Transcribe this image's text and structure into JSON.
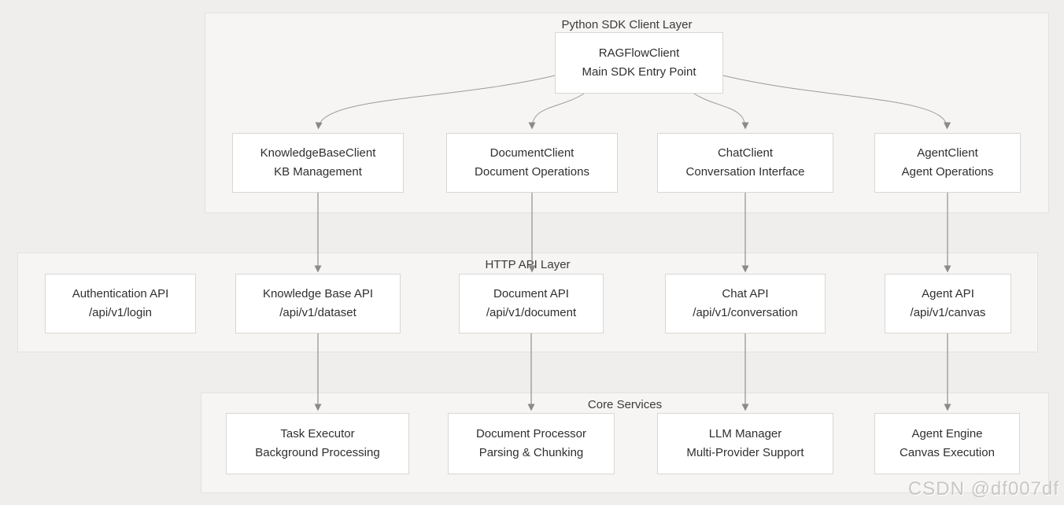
{
  "diagram": {
    "layers": {
      "sdk": {
        "title": "Python SDK Client Layer"
      },
      "api": {
        "title": "HTTP API Layer"
      },
      "core": {
        "title": "Core Services"
      }
    },
    "nodes": {
      "ragflow": {
        "title": "RAGFlowClient",
        "subtitle": "Main SDK Entry Point"
      },
      "kb_client": {
        "title": "KnowledgeBaseClient",
        "subtitle": "KB Management"
      },
      "doc_client": {
        "title": "DocumentClient",
        "subtitle": "Document Operations"
      },
      "chat_client": {
        "title": "ChatClient",
        "subtitle": "Conversation Interface"
      },
      "agent_client": {
        "title": "AgentClient",
        "subtitle": "Agent Operations"
      },
      "auth_api": {
        "title": "Authentication API",
        "subtitle": "/api/v1/login"
      },
      "kb_api": {
        "title": "Knowledge Base API",
        "subtitle": "/api/v1/dataset"
      },
      "doc_api": {
        "title": "Document API",
        "subtitle": "/api/v1/document"
      },
      "chat_api": {
        "title": "Chat API",
        "subtitle": "/api/v1/conversation"
      },
      "agent_api": {
        "title": "Agent API",
        "subtitle": "/api/v1/canvas"
      },
      "task_executor": {
        "title": "Task Executor",
        "subtitle": "Background Processing"
      },
      "doc_processor": {
        "title": "Document Processor",
        "subtitle": "Parsing & Chunking"
      },
      "llm_manager": {
        "title": "LLM Manager",
        "subtitle": "Multi-Provider Support"
      },
      "agent_engine": {
        "title": "Agent Engine",
        "subtitle": "Canvas Execution"
      }
    },
    "edges": [
      {
        "from": "ragflow",
        "to": "kb_client"
      },
      {
        "from": "ragflow",
        "to": "doc_client"
      },
      {
        "from": "ragflow",
        "to": "chat_client"
      },
      {
        "from": "ragflow",
        "to": "agent_client"
      },
      {
        "from": "kb_client",
        "to": "kb_api"
      },
      {
        "from": "doc_client",
        "to": "doc_api"
      },
      {
        "from": "chat_client",
        "to": "chat_api"
      },
      {
        "from": "agent_client",
        "to": "agent_api"
      },
      {
        "from": "kb_api",
        "to": "task_executor"
      },
      {
        "from": "doc_api",
        "to": "doc_processor"
      },
      {
        "from": "chat_api",
        "to": "llm_manager"
      },
      {
        "from": "agent_api",
        "to": "agent_engine"
      }
    ],
    "colors": {
      "page_bg": "#efeeec",
      "layer_bg": "#f6f5f4",
      "layer_border": "#e3e1de",
      "node_bg": "#ffffff",
      "node_border": "#d9d7d4",
      "arrow": "#8f8f8f",
      "node_text": "#2f2f2f",
      "layer_title_text": "#3a3a3a",
      "watermark_text": "#c9c7c5"
    },
    "watermark": "CSDN @df007df"
  }
}
